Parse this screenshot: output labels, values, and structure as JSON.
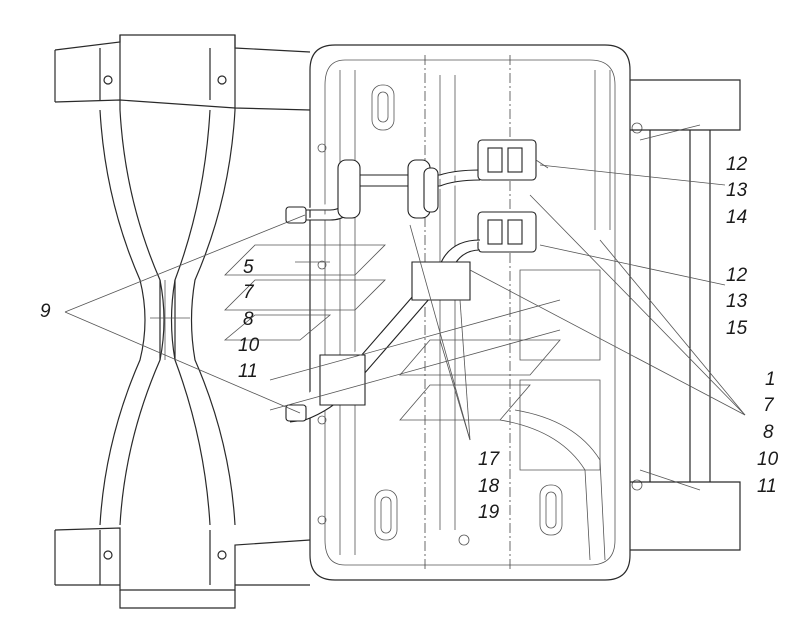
{
  "callouts": {
    "c9": "9",
    "g1": [
      "5",
      "7",
      "8",
      "10",
      "11"
    ],
    "g2": [
      "12",
      "13",
      "14"
    ],
    "g3": [
      "12",
      "13",
      "15"
    ],
    "g4": [
      "1",
      "7",
      "8",
      "10",
      "11"
    ],
    "g5": [
      "17",
      "18",
      "19"
    ]
  }
}
